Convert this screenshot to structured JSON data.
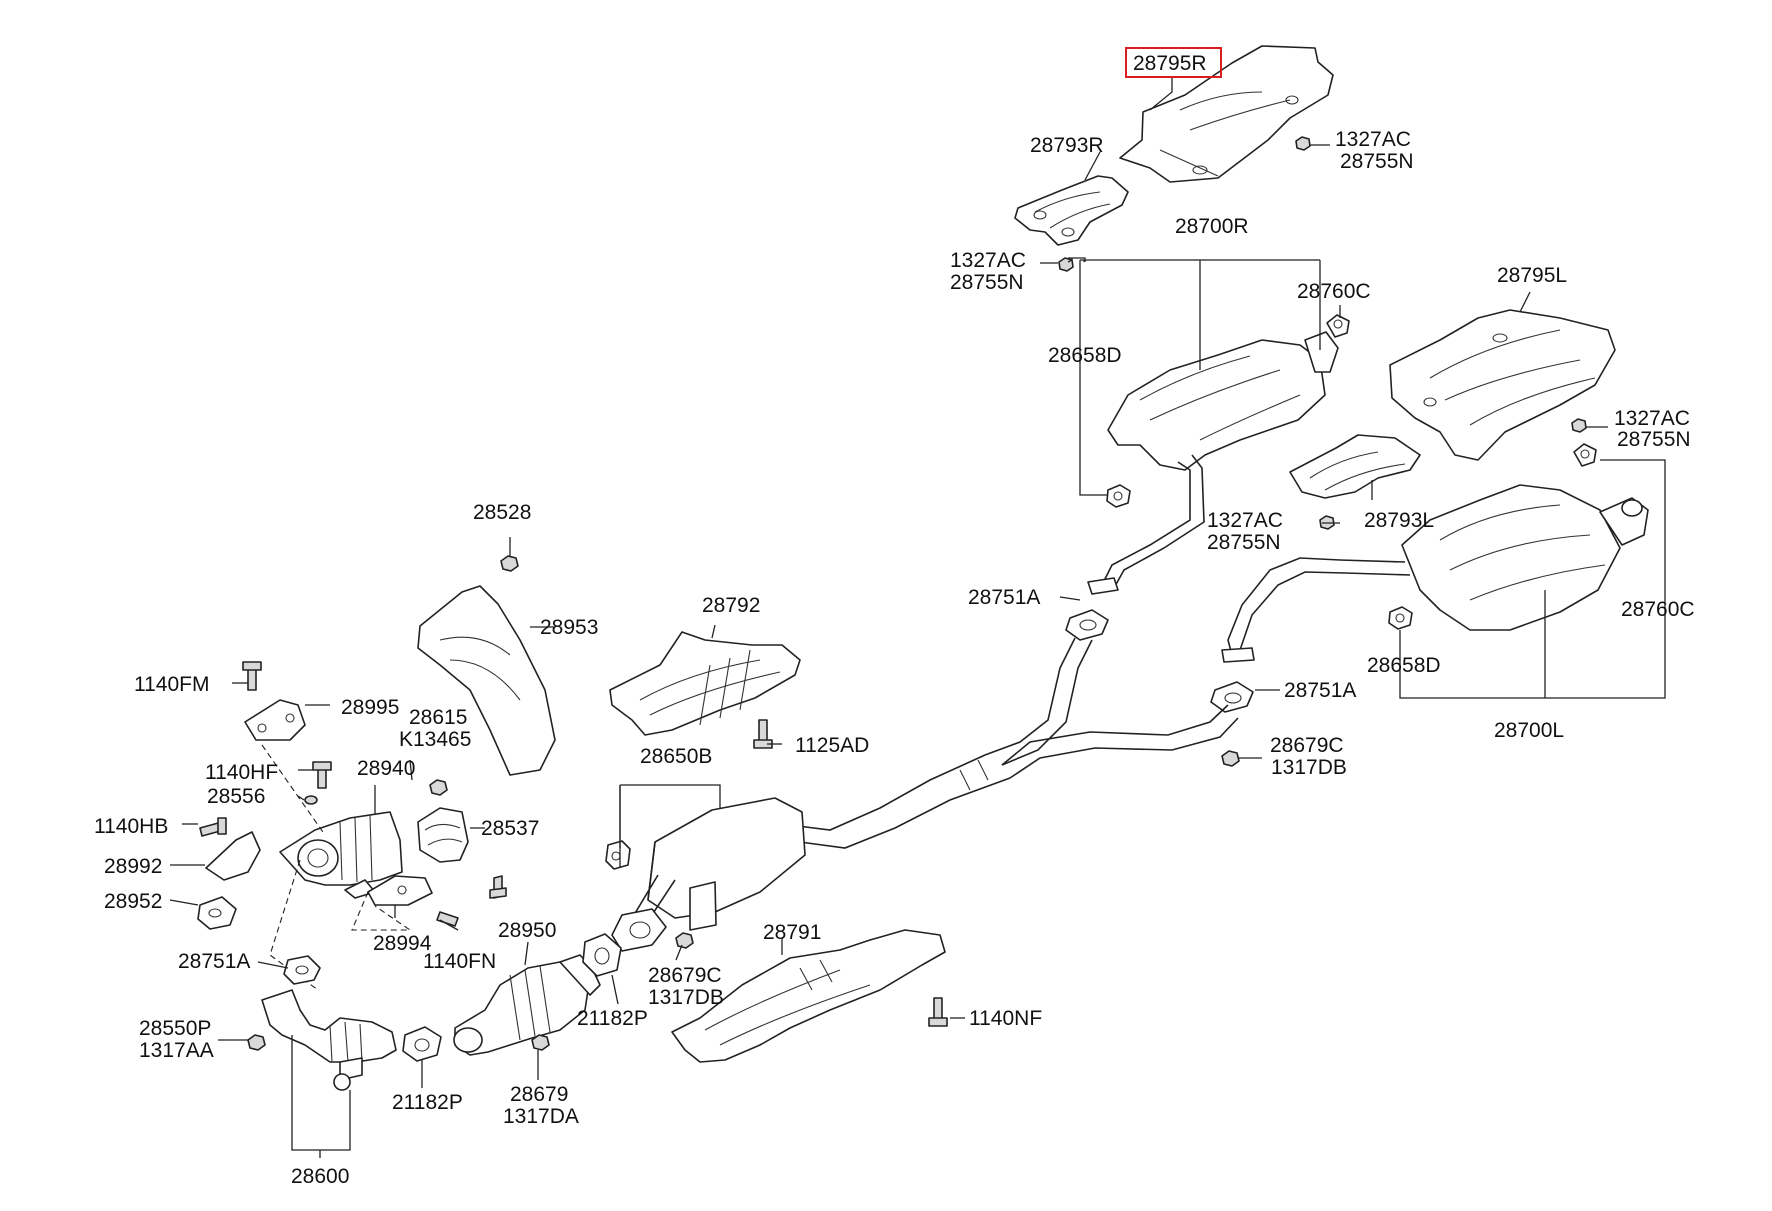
{
  "diagram": {
    "selected_part": "28795R",
    "labels": {
      "p28795R": "28795R",
      "p1327AC_a": "1327AC",
      "p28755N_a": "28755N",
      "p28793R": "28793R",
      "p1327AC_b": "1327AC",
      "p28755N_b": "28755N",
      "p28700R": "28700R",
      "p28760C_a": "28760C",
      "p28658D_a": "28658D",
      "p28795L": "28795L",
      "p1327AC_c": "1327AC",
      "p28755N_c": "28755N",
      "p1327AC_d": "1327AC",
      "p28755N_d": "28755N",
      "p28793L": "28793L",
      "p28751A_a": "28751A",
      "p28760C_b": "28760C",
      "p28658D_b": "28658D",
      "p28751A_b": "28751A",
      "p28700L": "28700L",
      "p28679C_a": "28679C",
      "p1317DB_a": "1317DB",
      "p28528": "28528",
      "p28953": "28953",
      "p28792": "28792",
      "p1140FM": "1140FM",
      "p28995": "28995",
      "p28615": "28615",
      "pK13465": "K13465",
      "p1125AD": "1125AD",
      "p28940": "28940",
      "p28650B": "28650B",
      "p1140HF": "1140HF",
      "p28556": "28556",
      "p1140HB": "1140HB",
      "p28537": "28537",
      "p28992": "28992",
      "p28952": "28952",
      "p28994": "28994",
      "p1140FN": "1140FN",
      "p28950": "28950",
      "p28791": "28791",
      "p28751A_c": "28751A",
      "p28679C_b": "28679C",
      "p1317DB_b": "1317DB",
      "p21182P_a": "21182P",
      "p1140NF": "1140NF",
      "p28550P": "28550P",
      "p1317AA": "1317AA",
      "p21182P_b": "21182P",
      "p28679": "28679",
      "p1317DA": "1317DA",
      "p28600": "28600"
    }
  }
}
